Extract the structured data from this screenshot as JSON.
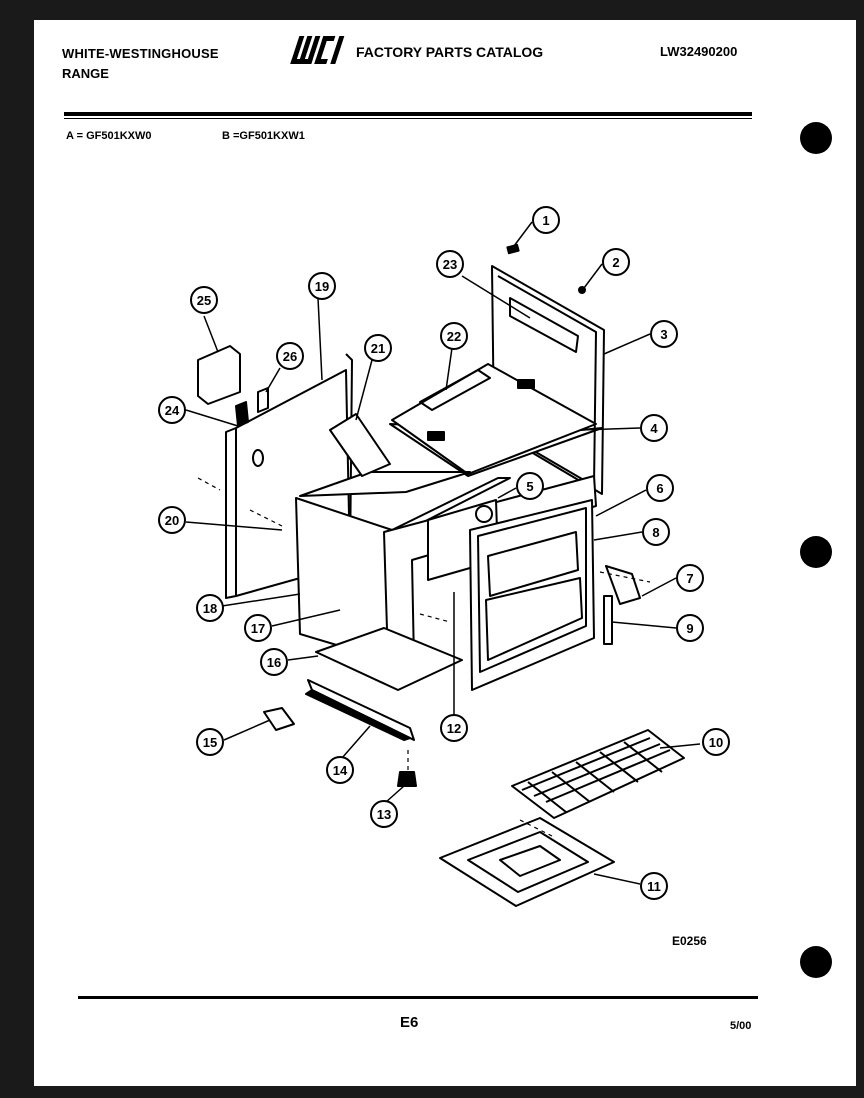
{
  "header": {
    "brand_line1": "WHITE-WESTINGHOUSE",
    "brand_line2": "RANGE",
    "logo_text": "WCI",
    "catalog_title": "FACTORY PARTS CATALOG",
    "catalog_code": "LW32490200"
  },
  "models": {
    "a": "A = GF501KXW0",
    "b": "B =GF501KXW1"
  },
  "diagram": {
    "figure_code": "E0256",
    "callouts": [
      "1",
      "2",
      "3",
      "4",
      "5",
      "6",
      "7",
      "8",
      "9",
      "10",
      "11",
      "12",
      "13",
      "14",
      "15",
      "16",
      "17",
      "18",
      "19",
      "20",
      "21",
      "22",
      "23",
      "24",
      "25",
      "26"
    ]
  },
  "footer": {
    "page_number": "E6",
    "date": "5/00"
  }
}
